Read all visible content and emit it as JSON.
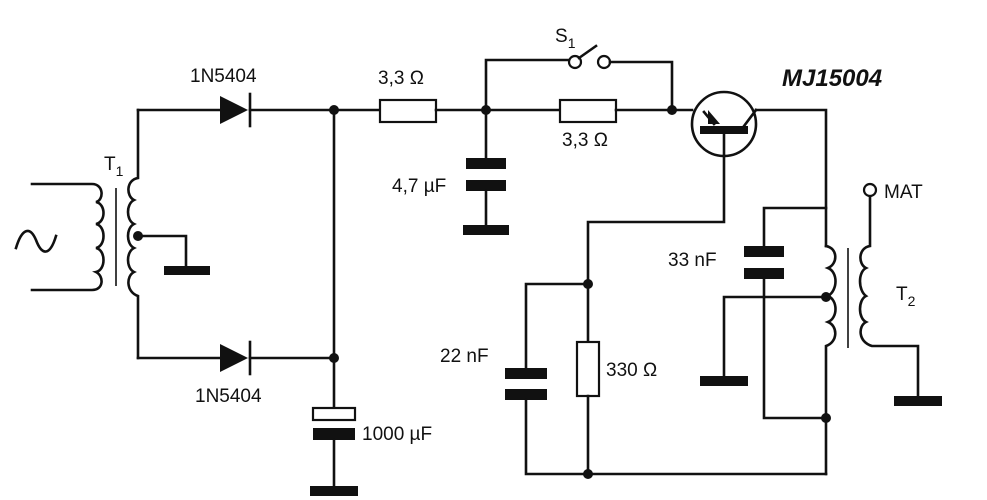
{
  "diagram": {
    "type": "electronic-schematic",
    "title": "High-voltage generator with MJ15004 transistor",
    "components": {
      "source": {
        "symbol": "ac-source",
        "glyph": "~"
      },
      "t1": {
        "label": "T",
        "sub": "1",
        "kind": "center-tapped transformer"
      },
      "d1": {
        "label": "1N5404",
        "kind": "diode"
      },
      "d2": {
        "label": "1N5404",
        "kind": "diode"
      },
      "c_filter": {
        "label": "1000 µF",
        "kind": "electrolytic capacitor"
      },
      "r1": {
        "label": "3,3 Ω",
        "kind": "resistor"
      },
      "c1": {
        "label": "4,7 µF",
        "kind": "capacitor"
      },
      "s1": {
        "label": "S",
        "sub": "1",
        "kind": "switch"
      },
      "r2": {
        "label": "3,3 Ω",
        "kind": "resistor"
      },
      "q1": {
        "label": "MJ15004",
        "kind": "PNP transistor"
      },
      "c2": {
        "label": "22 nF",
        "kind": "capacitor"
      },
      "r3": {
        "label": "330 Ω",
        "kind": "resistor"
      },
      "c3": {
        "label": "33 nF",
        "kind": "capacitor"
      },
      "t2": {
        "label": "T",
        "sub": "2",
        "kind": "transformer"
      },
      "out": {
        "label": "MAT",
        "kind": "output terminal"
      }
    }
  }
}
